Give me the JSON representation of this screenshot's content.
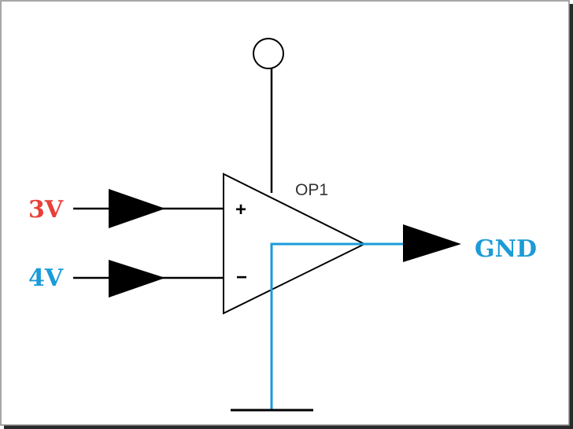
{
  "diagram": {
    "component_label": "OP1",
    "inputs": [
      {
        "label": "3V",
        "color": "#e8403a",
        "pin": "non-inverting"
      },
      {
        "label": "4V",
        "color": "#1b9bd8",
        "pin": "inverting"
      }
    ],
    "pin_signs": {
      "plus": "+",
      "minus": "−"
    },
    "output": {
      "label": "GND",
      "color": "#1b9bd8"
    },
    "supply_terminal": "open-circle-terminal",
    "ground_symbol": "ground",
    "colors": {
      "wire": "#000000",
      "highlight_wire": "#1b9bd8",
      "frame": "#8a8a8a",
      "shadow": "#2a2a2a"
    }
  }
}
